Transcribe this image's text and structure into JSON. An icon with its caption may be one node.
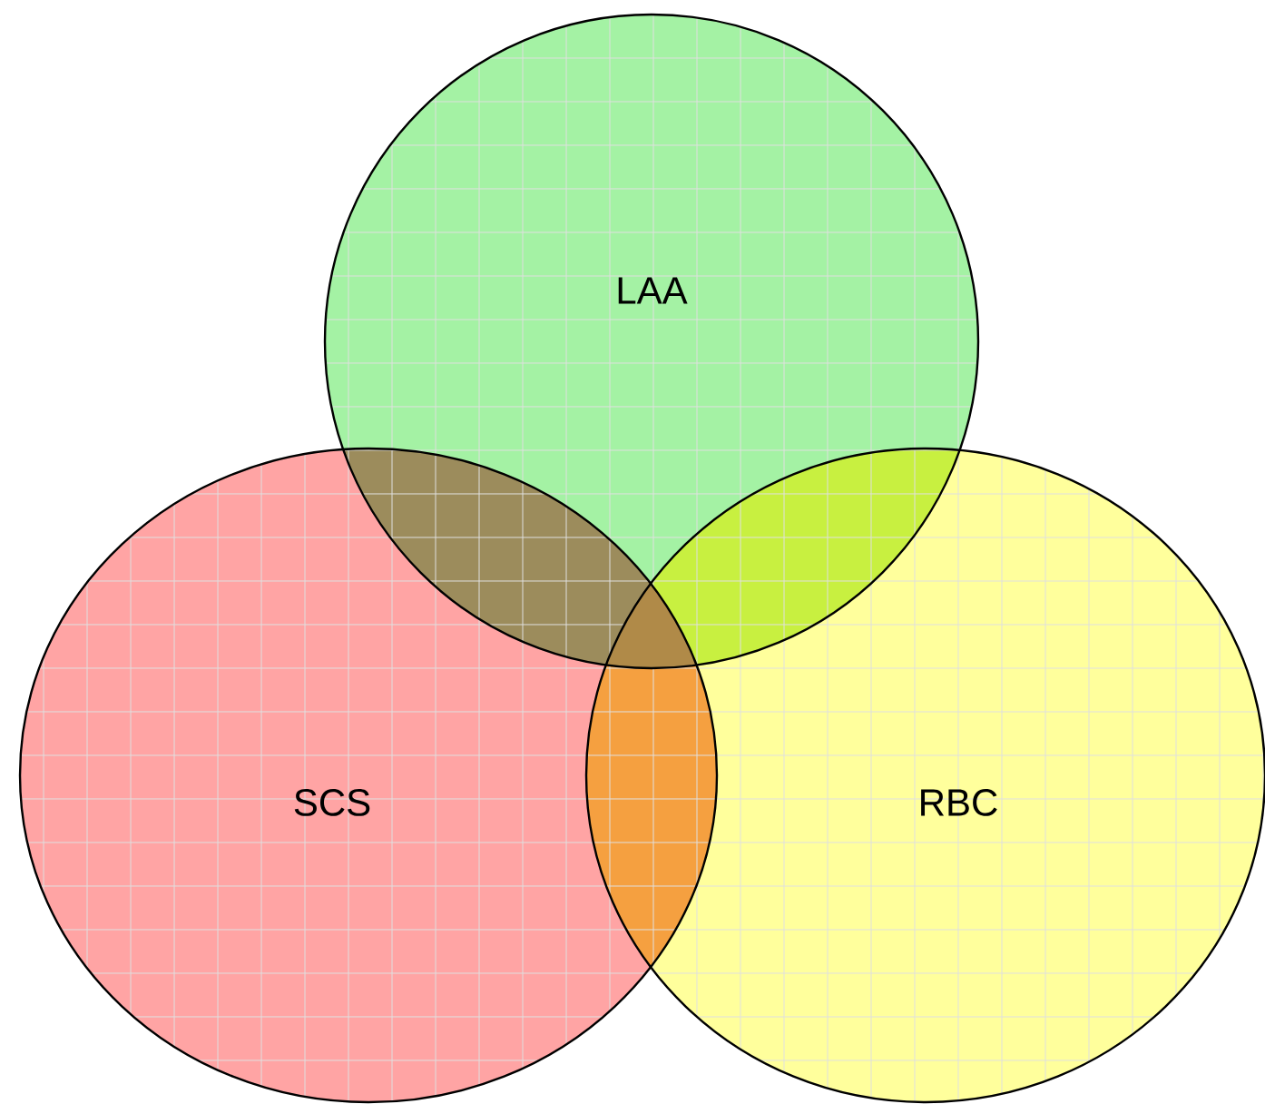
{
  "diagram": {
    "nodes": [
      {
        "text": [
          "LAA"
        ]
      },
      {
        "text": [
          "SCS"
        ]
      },
      {
        "text": [
          "RBC"
        ]
      }
    ]
  }
}
